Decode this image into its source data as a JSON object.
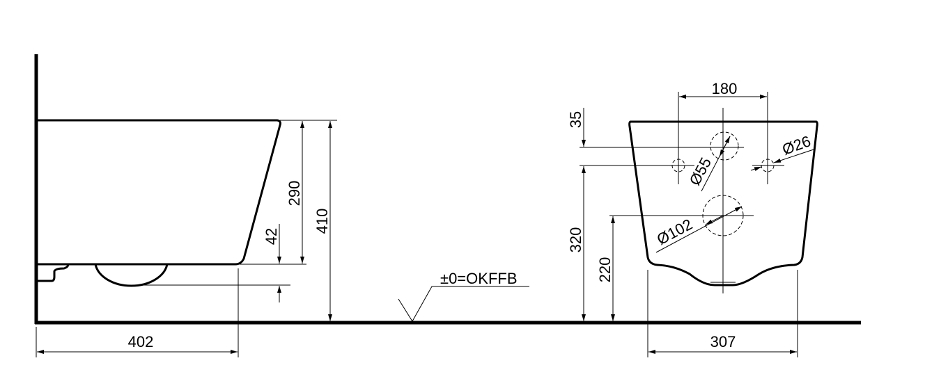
{
  "side_view": {
    "dim_depth": "402",
    "dim_bowl_height": "290",
    "dim_total_height": "410",
    "dim_outlet_drop": "42"
  },
  "floor_label": "±0=OKFFB",
  "front_view": {
    "dim_hole_spacing": "180",
    "dim_top_offset": "35",
    "dim_hole_height": "320",
    "dim_outlet_height": "220",
    "dim_width": "307",
    "dia_large": "Ø102",
    "dia_medium": "Ø55",
    "dia_small": "Ø26"
  }
}
